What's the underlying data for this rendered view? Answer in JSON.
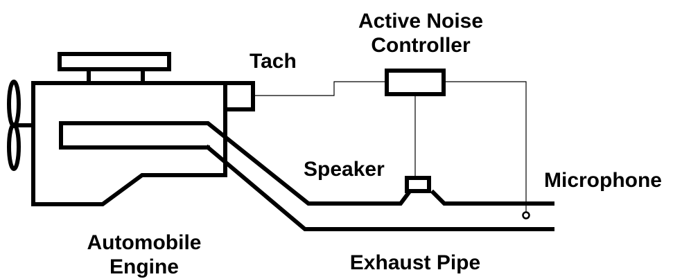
{
  "labels": {
    "controller_line1": "Active Noise",
    "controller_line2": "Controller",
    "tach": "Tach",
    "speaker": "Speaker",
    "microphone": "Microphone",
    "engine_line1": "Automobile",
    "engine_line2": "Engine",
    "exhaust_pipe": "Exhaust Pipe"
  },
  "colors": {
    "line": "#000000",
    "background": "#ffffff"
  }
}
